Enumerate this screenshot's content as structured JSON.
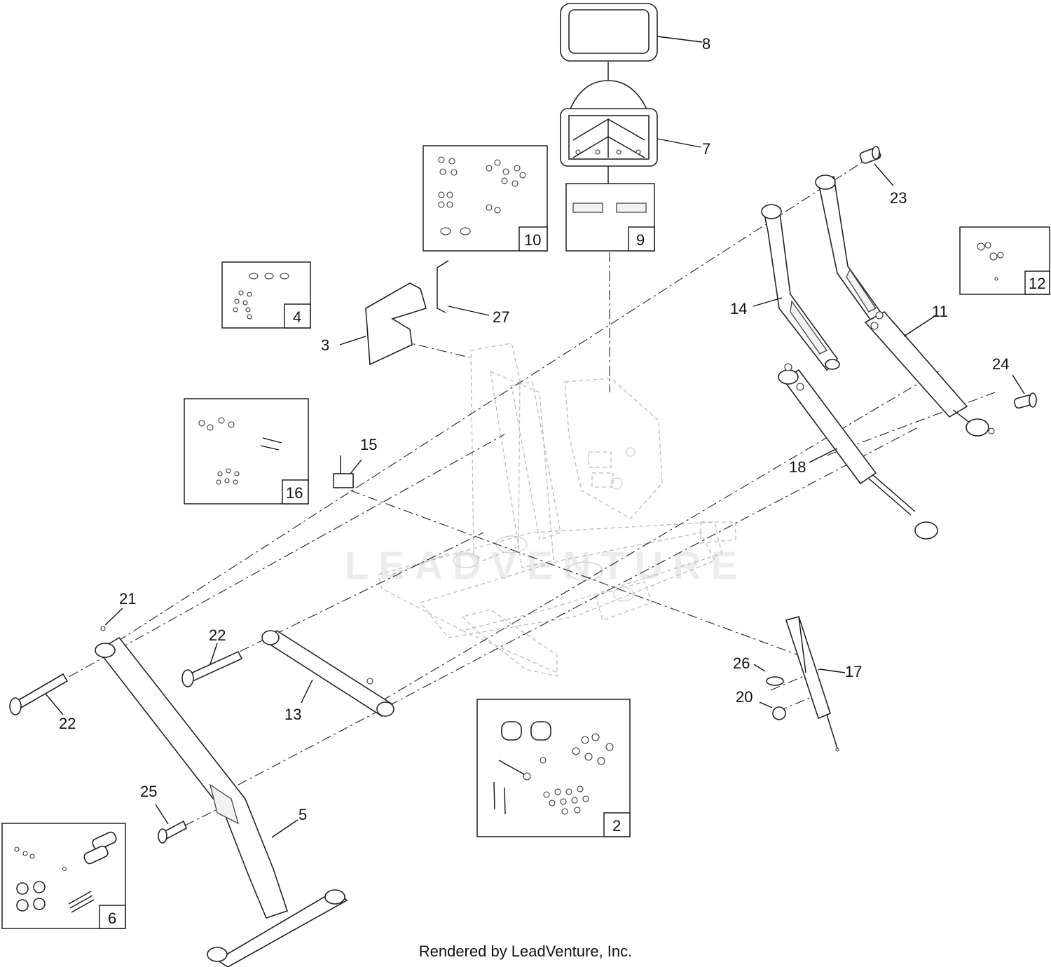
{
  "watermark": "LEADVENTURE",
  "footer": "Rendered by LeadVenture, Inc.",
  "callouts": {
    "c2": "2",
    "c3": "3",
    "c4": "4",
    "c5": "5",
    "c6": "6",
    "c7": "7",
    "c8": "8",
    "c9": "9",
    "c10": "10",
    "c11": "11",
    "c12": "12",
    "c13": "13",
    "c14": "14",
    "c15": "15",
    "c16": "16",
    "c17": "17",
    "c18": "18",
    "c20": "20",
    "c21": "21",
    "c22a": "22",
    "c22b": "22",
    "c23": "23",
    "c24": "24",
    "c25": "25",
    "c26": "26",
    "c27": "27"
  }
}
